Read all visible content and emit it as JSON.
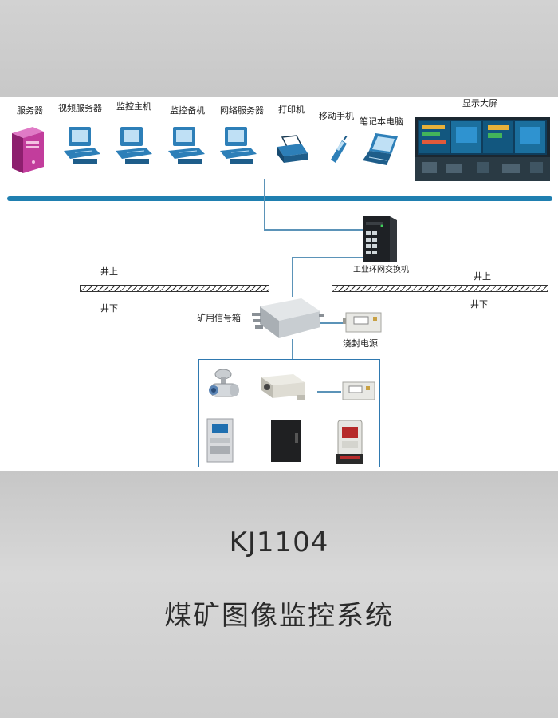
{
  "devices": {
    "server": "服务器",
    "video_server": "视频服务器",
    "monitor_host": "监控主机",
    "monitor_backup": "监控备机",
    "network_server": "网络服务器",
    "printer": "打印机",
    "mobile_phone": "移动手机",
    "laptop": "笔记本电脑",
    "display_wall": "显示大屏",
    "switch": "工业环网交换机",
    "signal_box": "矿用信号箱",
    "power_supply": "浇封电源"
  },
  "levels": {
    "left_above": "井上",
    "left_below": "井下",
    "right_above": "井上",
    "right_below": "井下"
  },
  "footer": {
    "code": "KJ1104",
    "title": "煤矿图像监控系统"
  },
  "colors": {
    "bus": "#1f7fb0",
    "box_border": "#2f79b0",
    "server": "#b5338f",
    "computer": "#2d7fb8"
  }
}
